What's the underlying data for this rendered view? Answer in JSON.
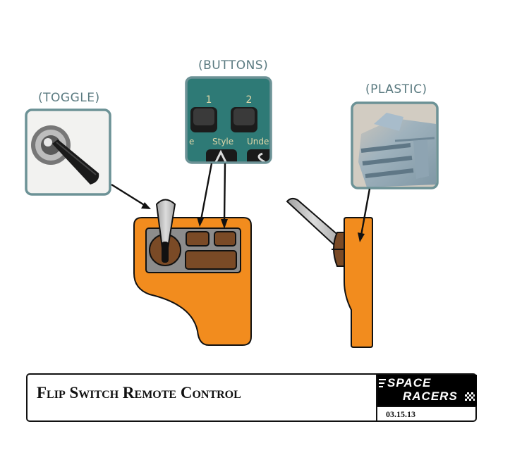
{
  "callouts": {
    "toggle": "(TOGGLE)",
    "buttons": "(BUTTONS)",
    "plastic": "(PLASTIC)"
  },
  "button_photo": {
    "key1": "1",
    "key2": "2",
    "label_left": "e",
    "label_style": "Style",
    "label_under": "Unde"
  },
  "title_block": {
    "title": "Flip Switch Remote Control",
    "logo_line1": "SPACE",
    "logo_line2": "RACERS",
    "date": "03.15.13"
  },
  "colors": {
    "body_orange": "#f28c1e",
    "panel_gray": "#8c8c8c",
    "button_brown": "#7a4a26",
    "frame_teal": "#6c9296",
    "label_teal": "#5a7a80"
  }
}
